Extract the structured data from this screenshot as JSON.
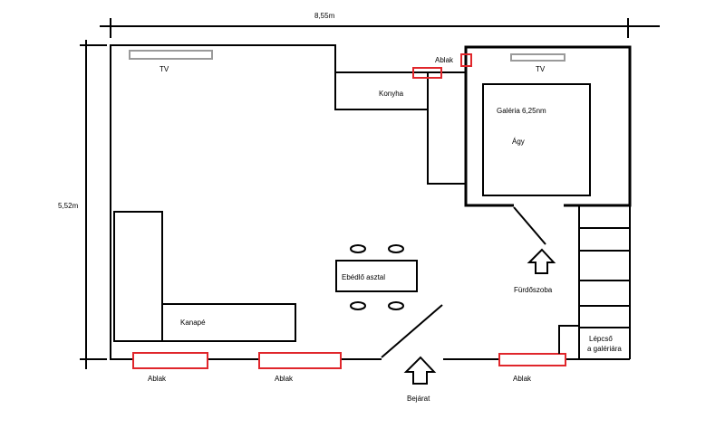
{
  "dimensions": {
    "width_label": "8,55m",
    "height_label": "5,52m"
  },
  "rooms": {
    "kitchen": "Konyha",
    "gallery": "Galéria 6,25nm",
    "bed": "Ágy",
    "dining_table": "Ebédlő asztal",
    "sofa": "Kanapé",
    "bathroom": "Fürdőszoba",
    "stairs_line1": "Lépcső",
    "stairs_line2": "a galériára"
  },
  "tv_labels": [
    "TV",
    "TV"
  ],
  "windows": {
    "top": "Ablak",
    "bottom": [
      "Ablak",
      "Ablak",
      "Ablak"
    ]
  },
  "entrance": "Bejárat",
  "colors": {
    "wall": "#000000",
    "window": "#e0262b",
    "tv": "#9a9a9a"
  }
}
